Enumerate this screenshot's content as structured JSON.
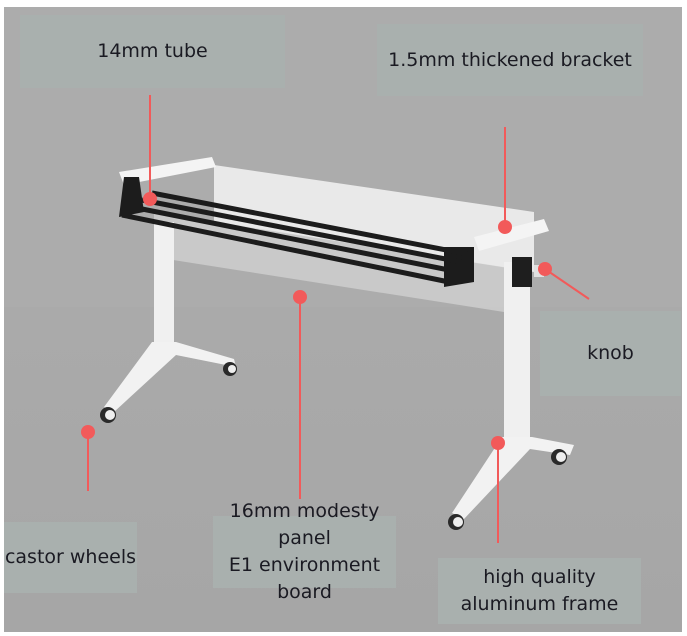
{
  "colors": {
    "background": "#acacac",
    "label_box": "#a9b0ae",
    "label_text": "#1a1a22",
    "callout_marker": "#f25a5a",
    "frame": "#f2f2f2",
    "tube_rack": "#1c1c1c"
  },
  "callouts": [
    {
      "id": "tube",
      "label": "14mm tube"
    },
    {
      "id": "bracket",
      "label": "1.5mm thickened bracket"
    },
    {
      "id": "knob",
      "label": "knob"
    },
    {
      "id": "castor",
      "label": "castor wheels"
    },
    {
      "id": "panel",
      "line1": "16mm modesty panel",
      "line2": "E1 environment board"
    },
    {
      "id": "frame",
      "line1": "high quality",
      "line2": "aluminum frame"
    }
  ]
}
